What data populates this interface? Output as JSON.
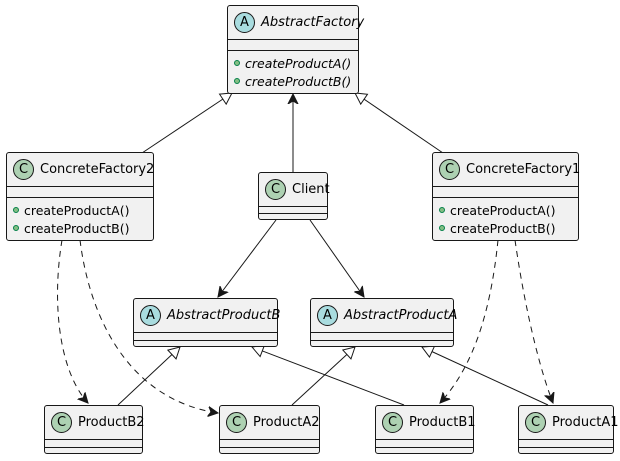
{
  "classes": {
    "abstract_factory": {
      "badge": "A",
      "name": "AbstractFactory",
      "methods": [
        "createProductA()",
        "createProductB()"
      ]
    },
    "concrete_factory2": {
      "badge": "C",
      "name": "ConcreteFactory2",
      "methods": [
        "createProductA()",
        "createProductB()"
      ]
    },
    "client": {
      "badge": "C",
      "name": "Client"
    },
    "concrete_factory1": {
      "badge": "C",
      "name": "ConcreteFactory1",
      "methods": [
        "createProductA()",
        "createProductB()"
      ]
    },
    "abstract_product_b": {
      "badge": "A",
      "name": "AbstractProductB"
    },
    "abstract_product_a": {
      "badge": "A",
      "name": "AbstractProductA"
    },
    "product_b2": {
      "badge": "C",
      "name": "ProductB2"
    },
    "product_a2": {
      "badge": "C",
      "name": "ProductA2"
    },
    "product_b1": {
      "badge": "C",
      "name": "ProductB1"
    },
    "product_a1": {
      "badge": "C",
      "name": "ProductA1"
    }
  },
  "colors": {
    "class_fill": "#f1f1f1",
    "concrete_badge": "#add1b2",
    "abstract_badge": "#a9dcdf",
    "line": "#181818",
    "method_dot": "#84be84"
  }
}
